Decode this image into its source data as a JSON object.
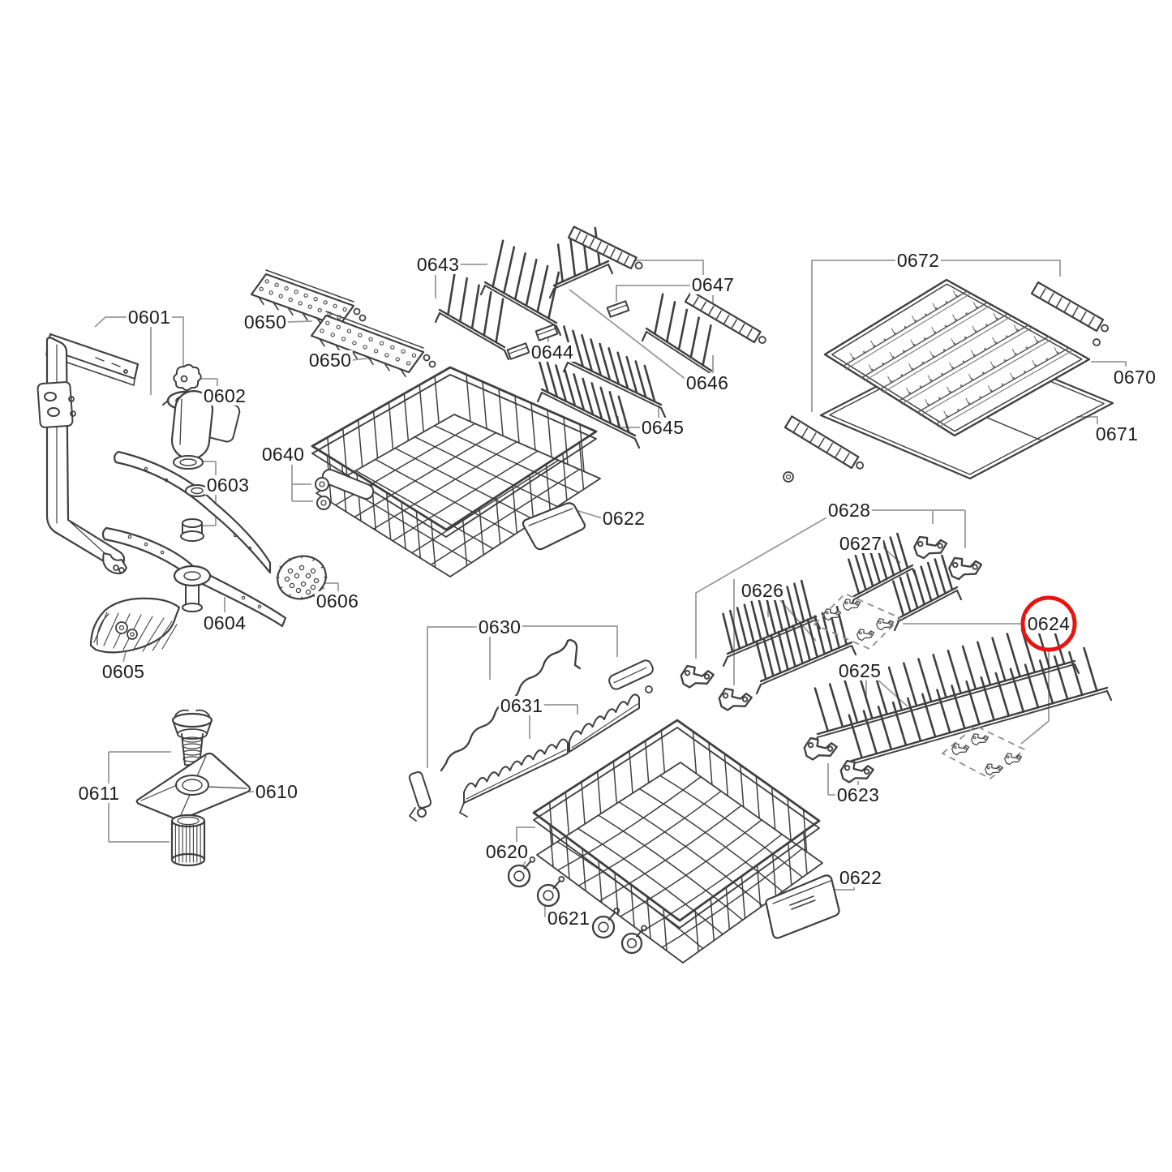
{
  "diagram": {
    "type": "exploded-parts-diagram",
    "background_color": "#ffffff",
    "line_color": "#3f3f3f",
    "leader_line_color": "#9a9a9a",
    "label_text_color": "#1c1c1c",
    "highlight_circle_color": "#e8150f",
    "circled_part": "0624",
    "parts": [
      {
        "text": "0601",
        "circled": false
      },
      {
        "text": "0602",
        "circled": false
      },
      {
        "text": "0603",
        "circled": false
      },
      {
        "text": "0604",
        "circled": false
      },
      {
        "text": "0605",
        "circled": false
      },
      {
        "text": "0606",
        "circled": false
      },
      {
        "text": "0650",
        "circled": false
      },
      {
        "text": "0650",
        "circled": false
      },
      {
        "text": "0640",
        "circled": false
      },
      {
        "text": "0622",
        "circled": false
      },
      {
        "text": "0643",
        "circled": false
      },
      {
        "text": "0644",
        "circled": false
      },
      {
        "text": "0645",
        "circled": false
      },
      {
        "text": "0646",
        "circled": false
      },
      {
        "text": "0647",
        "circled": false
      },
      {
        "text": "0672",
        "circled": false
      },
      {
        "text": "0670",
        "circled": false
      },
      {
        "text": "0671",
        "circled": false
      },
      {
        "text": "0628",
        "circled": false
      },
      {
        "text": "0627",
        "circled": false
      },
      {
        "text": "0626",
        "circled": false
      },
      {
        "text": "0625",
        "circled": false
      },
      {
        "text": "0624",
        "circled": true
      },
      {
        "text": "0623",
        "circled": false
      },
      {
        "text": "0630",
        "circled": false
      },
      {
        "text": "0631",
        "circled": false
      },
      {
        "text": "0620",
        "circled": false
      },
      {
        "text": "0621",
        "circled": false
      },
      {
        "text": "0622",
        "circled": false
      },
      {
        "text": "0610",
        "circled": false
      },
      {
        "text": "0611",
        "circled": false
      }
    ]
  }
}
